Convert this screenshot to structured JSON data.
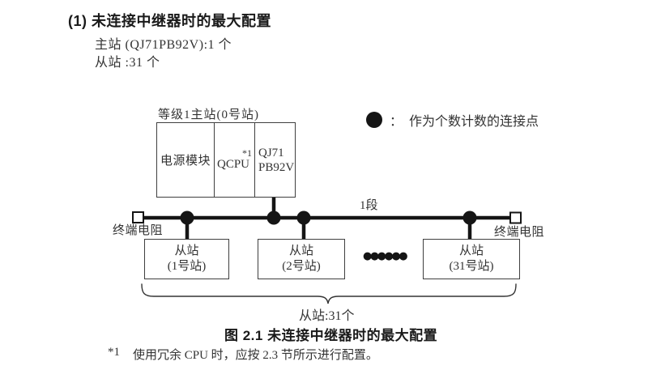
{
  "page": {
    "title": "(1) 未连接中继器时的最大配置",
    "master_line": "主站 (QJ71PB92V):1 个",
    "slave_line": "从站 :31 个"
  },
  "diagram": {
    "master_label": "等级1主站(0号站)",
    "master_cells": {
      "power": "电源模块",
      "cpu": "QCPU",
      "cpu_note": "*1",
      "pb_line1": "QJ71",
      "pb_line2": "PB92V"
    },
    "legend": {
      "separator": "：",
      "text": "作为个数计数的连接点"
    },
    "segment_label": "1段",
    "terminator_left": "终端电阻",
    "terminator_right": "终端电阻",
    "slaves": [
      {
        "line1": "从站",
        "line2": "(1号站)"
      },
      {
        "line1": "从站",
        "line2": "(2号站)"
      },
      {
        "line1": "从站",
        "line2": "(31号站)"
      }
    ],
    "ellipsis_dots": "●●●●●●",
    "brace_label": "从站:31个"
  },
  "figure_caption": "图 2.1 未连接中继器时的最大配置",
  "footnote": {
    "marker": "*1",
    "text": "使用冗余 CPU 时，应按 2.3 节所示进行配置。"
  },
  "colors": {
    "text": "#333333",
    "heading": "#1a1a1a",
    "line": "#151515",
    "border": "#3f3f3f",
    "bg": "#ffffff"
  }
}
